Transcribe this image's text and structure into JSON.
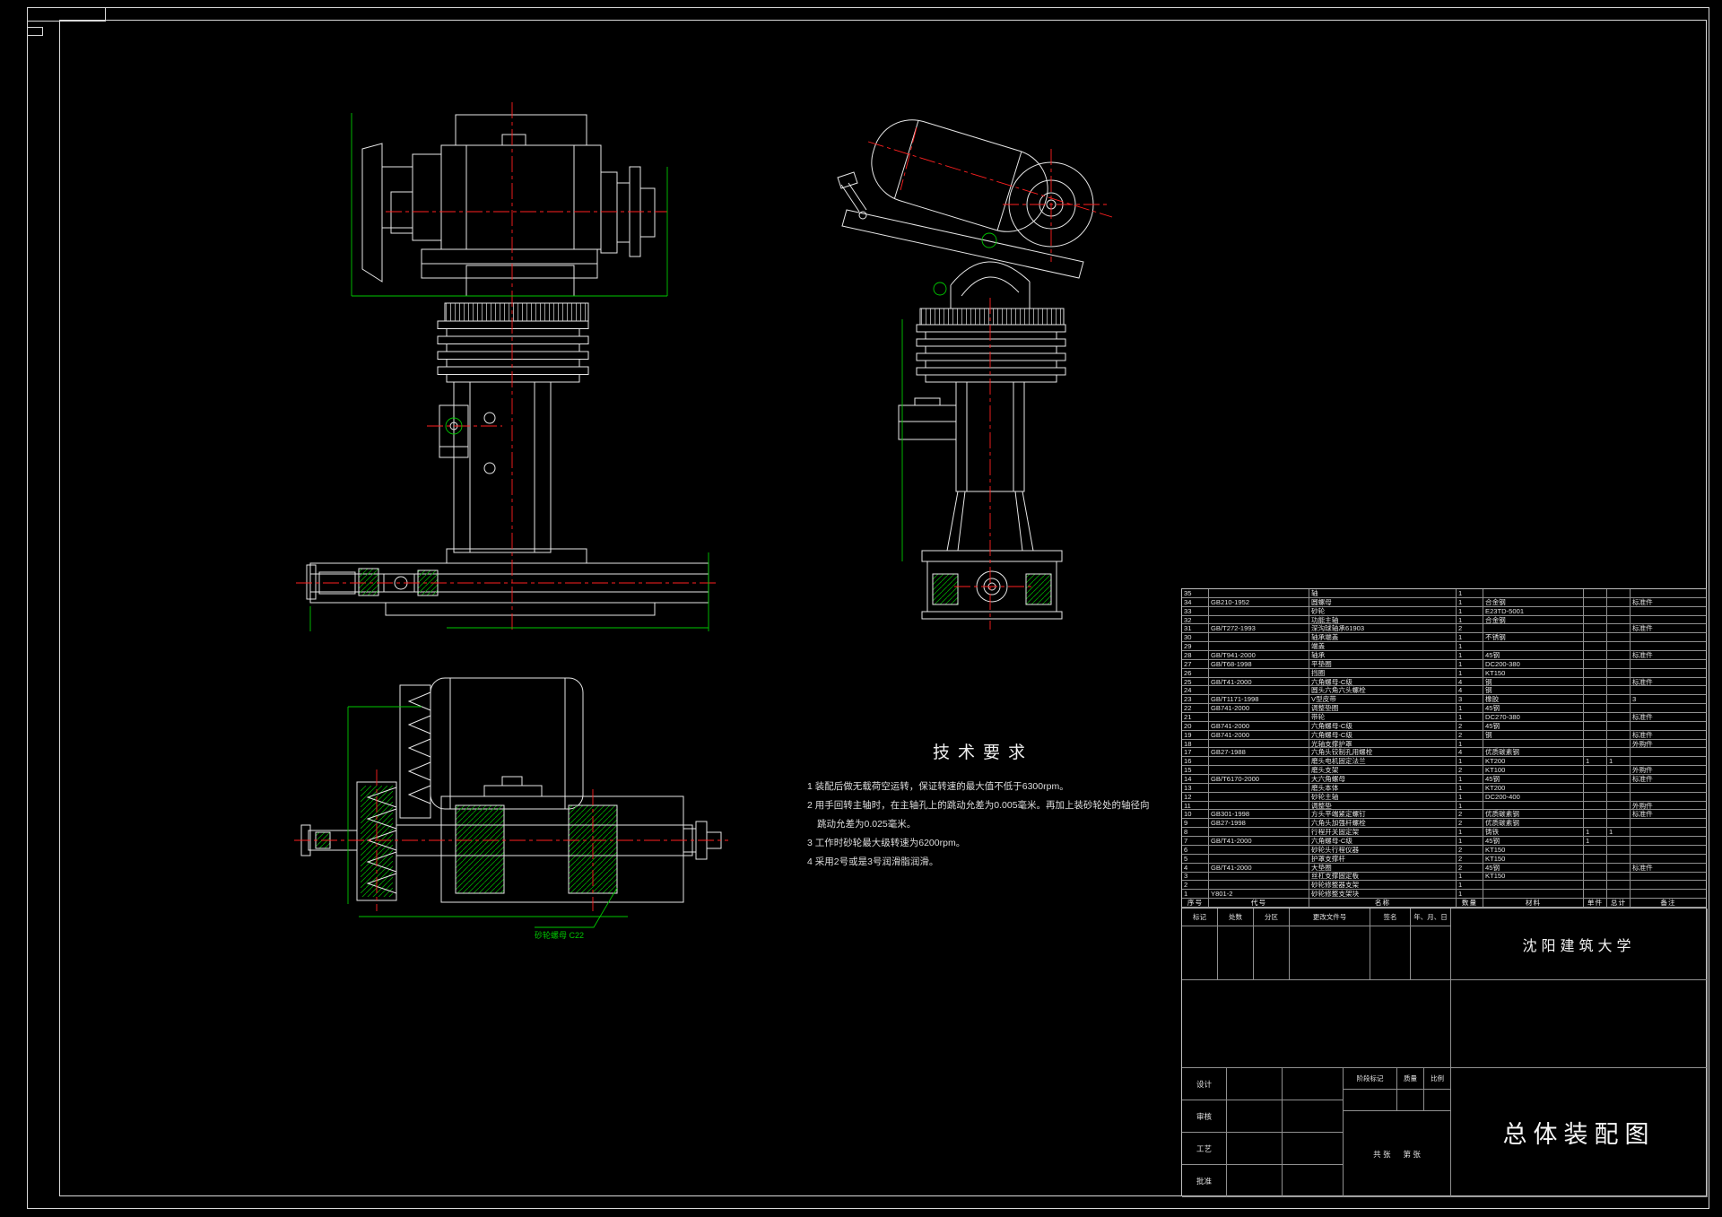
{
  "tech_requirements": {
    "title": "技术要求",
    "items": [
      "1 装配后做无载荷空运转，保证转速的最大值不低于6300rpm。",
      "2 用手回转主轴时，在主轴孔上的跳动允差为0.005毫米。再加上装砂轮处的轴径向跳动允差为0.025毫米。",
      "3 工作时砂轮最大级转速为6200rpm。",
      "4 采用2号或是3号润滑脂润滑。"
    ]
  },
  "annotations": {
    "leader1": "砂轮螺母 C22"
  },
  "bom": {
    "headers": [
      "序号",
      "代号",
      "名称",
      "数量",
      "材料",
      "单件",
      "总计",
      "备注"
    ],
    "rows": [
      [
        "35",
        "",
        "轴",
        "1",
        "",
        "",
        "",
        ""
      ],
      [
        "34",
        "GB210-1952",
        "圆螺母",
        "1",
        "合金钢",
        "",
        "",
        "标准件"
      ],
      [
        "33",
        "",
        "砂轮",
        "1",
        "E23TD-5001",
        "",
        "",
        ""
      ],
      [
        "32",
        "",
        "功能主轴",
        "1",
        "合金钢",
        "",
        "",
        ""
      ],
      [
        "31",
        "GB/T272-1993",
        "深沟球轴承61903",
        "2",
        "",
        "",
        "",
        "标准件"
      ],
      [
        "30",
        "",
        "轴承端盖",
        "1",
        "不锈钢",
        "",
        "",
        ""
      ],
      [
        "29",
        "",
        "端盖",
        "1",
        "",
        "",
        "",
        ""
      ],
      [
        "28",
        "GB/T941-2000",
        "轴承",
        "1",
        "45钢",
        "",
        "",
        "标准件"
      ],
      [
        "27",
        "GB/T68-1998",
        "平垫圈",
        "1",
        "DC200-380",
        "",
        "",
        ""
      ],
      [
        "26",
        "",
        "挡圈",
        "1",
        "KT150",
        "",
        "",
        ""
      ],
      [
        "25",
        "GB/T41-2000",
        "六角螺母-C级",
        "4",
        "钢",
        "",
        "",
        "标准件"
      ],
      [
        "24",
        "",
        "圆头六角六头螺栓",
        "4",
        "钢",
        "",
        "",
        ""
      ],
      [
        "23",
        "GB/T1171-1998",
        "V型皮带",
        "3",
        "橡胶",
        "",
        "",
        "3"
      ],
      [
        "22",
        "GB741-2000",
        "调整垫圈",
        "1",
        "45钢",
        "",
        "",
        ""
      ],
      [
        "21",
        "",
        "带轮",
        "1",
        "DC270-380",
        "",
        "",
        "标准件"
      ],
      [
        "20",
        "GB741-2000",
        "六角螺母-C级",
        "2",
        "45钢",
        "",
        "",
        ""
      ],
      [
        "19",
        "GB741-2000",
        "六角螺母-C级",
        "2",
        "钢",
        "",
        "",
        "标准件"
      ],
      [
        "18",
        "",
        "光轴支撑护罩",
        "1",
        "",
        "",
        "",
        "外购件"
      ],
      [
        "17",
        "GB27-1988",
        "六角头铰制孔用螺栓",
        "4",
        "优质碳素钢",
        "",
        "",
        ""
      ],
      [
        "16",
        "",
        "磨头电机固定法兰",
        "1",
        "KT200",
        "1",
        "1",
        ""
      ],
      [
        "15",
        "",
        "磨头支架",
        "2",
        "KT100",
        "",
        "",
        "外购件"
      ],
      [
        "14",
        "GB/T6170-2000",
        "大六角螺母",
        "1",
        "45钢",
        "",
        "",
        "标准件"
      ],
      [
        "13",
        "",
        "磨头本体",
        "1",
        "KT200",
        "",
        "",
        ""
      ],
      [
        "12",
        "",
        "砂轮主轴",
        "1",
        "DC200-400",
        "",
        "",
        ""
      ],
      [
        "11",
        "",
        "调整垫",
        "1",
        "",
        "",
        "",
        "外购件"
      ],
      [
        "10",
        "GB301-1998",
        "方头平端紧定螺钉",
        "2",
        "优质碳素钢",
        "",
        "",
        "标准件"
      ],
      [
        "9",
        "GB27-1998",
        "六角头加强杆螺栓",
        "2",
        "优质碳素钢",
        "",
        "",
        ""
      ],
      [
        "8",
        "",
        "行程开关固定架",
        "1",
        "铸铁",
        "1",
        "1",
        ""
      ],
      [
        "7",
        "GB/T41-2000",
        "六角螺母-C级",
        "1",
        "45钢",
        "1",
        "",
        ""
      ],
      [
        "6",
        "",
        "砂轮头行程仪器",
        "2",
        "KT150",
        "",
        "",
        ""
      ],
      [
        "5",
        "",
        "护罩支撑杆",
        "2",
        "KT150",
        "",
        "",
        ""
      ],
      [
        "4",
        "GB/T41-2000",
        "大垫圈",
        "2",
        "45钢",
        "",
        "",
        "标准件"
      ],
      [
        "3",
        "",
        "丝杠支撑固定板",
        "1",
        "KT150",
        "",
        "",
        ""
      ],
      [
        "2",
        "",
        "砂轮修整器支架",
        "1",
        "",
        "",
        "",
        ""
      ],
      [
        "1",
        "Y801-2",
        "砂轮修整支架块",
        "1",
        "",
        "",
        "",
        ""
      ]
    ]
  },
  "title_block": {
    "university": "沈阳建筑大学",
    "drawing_title": "总体装配图",
    "rev_labels": {
      "mark": "标记",
      "count": "处数",
      "zone": "分区",
      "doc": "更改文件号",
      "sign": "签名",
      "date": "年、月、日"
    },
    "sig_labels": {
      "design": "设计",
      "audit": "审核",
      "process": "工艺",
      "approve": "批准"
    },
    "stage": {
      "stage_mark": "阶段标记",
      "weight": "质量",
      "scale": "比例"
    },
    "sheets": {
      "total": "共 张",
      "page": "第 张"
    }
  },
  "colors": {
    "line": "#e6e6e6",
    "centerline": "#ff2020",
    "aux": "#00c800",
    "background": "#000000"
  }
}
